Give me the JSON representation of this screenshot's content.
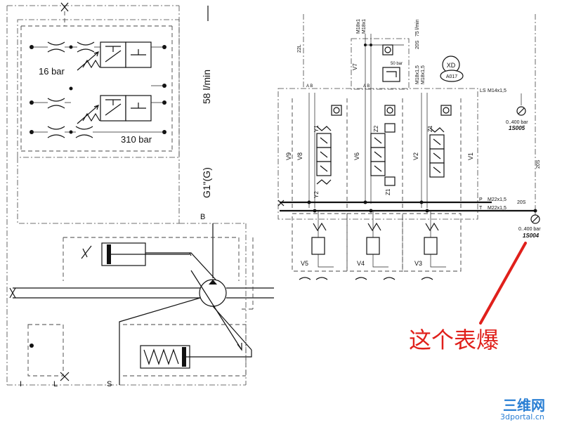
{
  "left_schematic": {
    "pressure_low": "16 bar",
    "pressure_high": "310 bar",
    "flow_rate": "58 l/min",
    "port_thread": "G1\"(G)",
    "port_b": "B",
    "port_i": "I",
    "port_l": "L",
    "port_s": "S"
  },
  "right_schematic": {
    "label_22l": "22L",
    "label_m18_1": "M18x1",
    "label_m18_2": "M18x1",
    "label_flow": "75 l/min",
    "label_20s_top": "20S",
    "label_50bar": "50 bar",
    "label_m18_15a": "M18x1,5",
    "label_m18_15b": "M18x1,5",
    "badge_xd": "XD",
    "badge_a017": "A017",
    "label_ls": "LS",
    "label_m14": "M14x1,5",
    "label_ab1": "A  B",
    "label_ab2": "A  B",
    "gauge_top_range": "0..400 bar",
    "gauge_top_id": "1S005",
    "label_20s_side": "20S",
    "label_p": "P",
    "label_t": "T",
    "label_m22a": "M22x1,5",
    "label_m22b": "M22x1,5",
    "label_20s_mid": "20S",
    "gauge_bot_range": "0..400 bar",
    "gauge_bot_id": "1S004",
    "sections": [
      "V9",
      "V8",
      "V7",
      "V6",
      "V2",
      "V1",
      "V5",
      "V4",
      "V3"
    ],
    "solenoids": [
      "Y1",
      "Y2",
      "Z2",
      "Z1",
      "Z1"
    ]
  },
  "annotation": {
    "text": "这个表爆",
    "color": "#e0201b"
  },
  "watermark": {
    "logo": "三维网",
    "url": "3dportal.cn",
    "color": "#2a7fd4"
  }
}
